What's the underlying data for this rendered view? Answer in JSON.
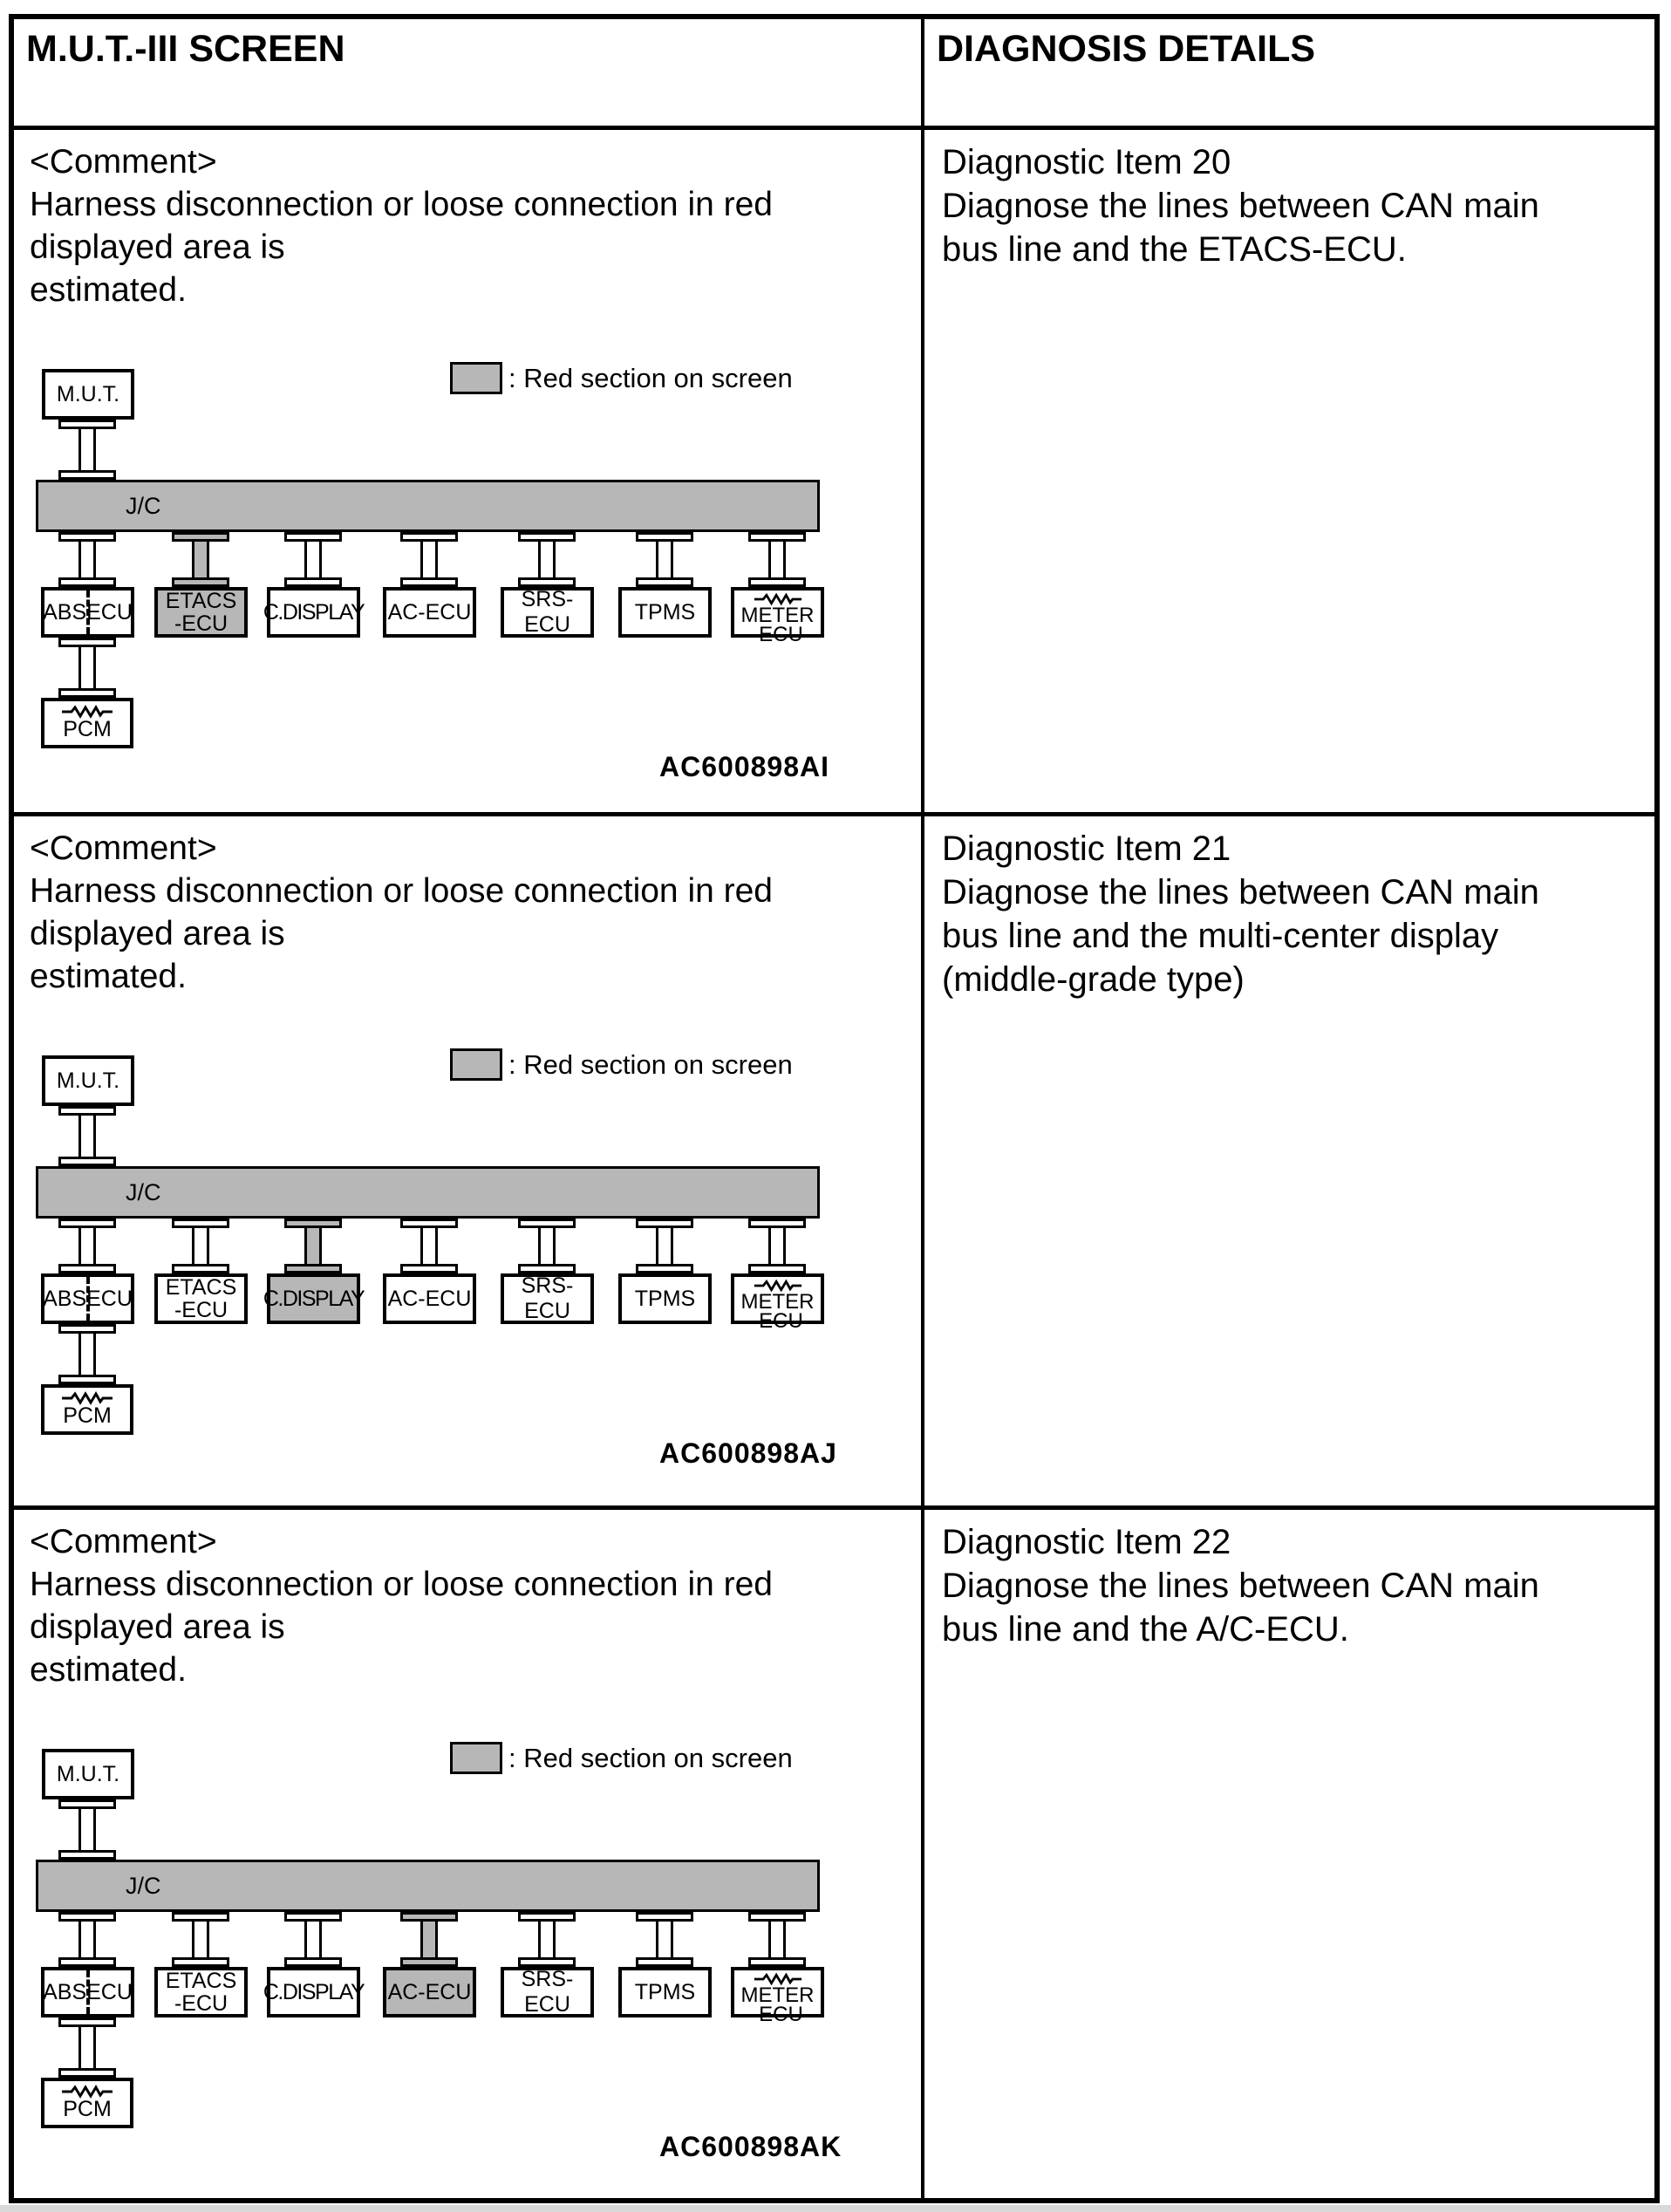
{
  "header": {
    "left": "M.U.T.-III SCREEN",
    "right": "DIAGNOSIS DETAILS"
  },
  "comment": {
    "line1": "<Comment>",
    "line2": "Harness disconnection or loose connection in red",
    "line3": "displayed area is",
    "line4": "estimated."
  },
  "legend_label": ": Red section on screen",
  "colors": {
    "highlight_gray": "#b7b7b7",
    "line_black": "#000000"
  },
  "diagram": {
    "mut_label": "M.U.T.",
    "jc_label": "J/C",
    "pcm_label": "PCM",
    "abs_label_left": "ABS",
    "abs_label_right": "ECU",
    "etacs_line1": "ETACS",
    "etacs_line2": "-ECU",
    "cdisplay_label": "C.DISPLAY",
    "acecu_label": "AC-ECU",
    "srsecu_label": "SRS-ECU",
    "tpms_label": "TPMS",
    "meter_line1": "METER",
    "meter_line2": "-ECU"
  },
  "rows": [
    {
      "highlight": "etacs",
      "code": "AC600898AI",
      "details": [
        "Diagnostic Item 20",
        "Diagnose the lines between CAN main",
        "bus line and the ETACS-ECU."
      ]
    },
    {
      "highlight": "cdisplay",
      "code": "AC600898AJ",
      "details": [
        "Diagnostic Item 21",
        "Diagnose the lines between CAN main",
        "bus line and the multi-center display",
        "(middle-grade type)"
      ]
    },
    {
      "highlight": "acecu",
      "code": "AC600898AK",
      "details": [
        "Diagnostic Item 22",
        "Diagnose the lines between CAN main",
        "bus line and the A/C-ECU."
      ]
    }
  ]
}
